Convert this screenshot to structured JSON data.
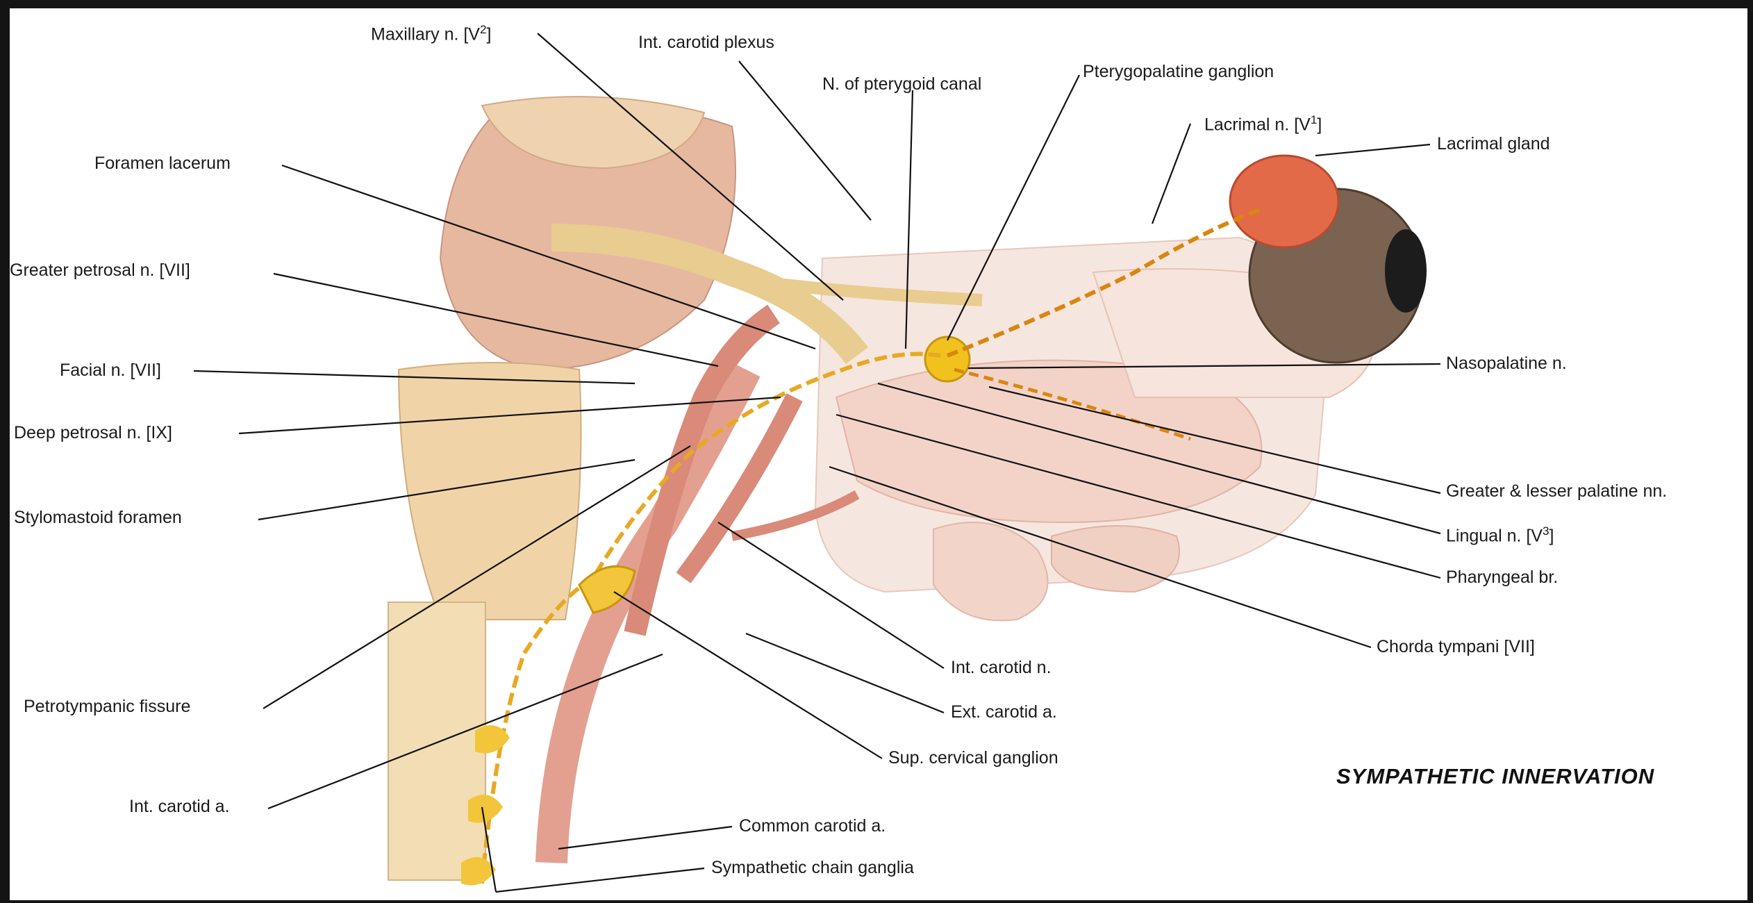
{
  "diagram": {
    "title": "SYMPATHETIC INNERVATION",
    "labels": {
      "maxillary_n": "Maxillary n. [V",
      "maxillary_sup": "2",
      "maxillary_end": "]",
      "int_carotid_plexus": "Int. carotid plexus",
      "pterygopalatine_ganglion": "Pterygopalatine ganglion",
      "n_pterygoid_canal": "N. of pterygoid canal",
      "lacrimal_n": "Lacrimal n. [V",
      "lacrimal_sup": "1",
      "lacrimal_end": "]",
      "lacrimal_gland": "Lacrimal gland",
      "foramen_lacerum": "Foramen lacerum",
      "greater_petrosal_n": "Greater petrosal n. [VII]",
      "facial_n": "Facial n. [VII]",
      "deep_petrosal_n": "Deep petrosal n. [IX]",
      "stylomastoid_foramen": "Stylomastoid foramen",
      "petrotympanic_fissure": "Petrotympanic fissure",
      "int_carotid_a": "Int. carotid a.",
      "nasopalatine_n": "Nasopalatine n.",
      "greater_lesser_palatine": "Greater & lesser palatine nn.",
      "lingual_n": "Lingual n. [V",
      "lingual_sup": "3",
      "lingual_end": "]",
      "pharyngeal_br": "Pharyngeal br.",
      "chorda_tympani": "Chorda tympani [VII]",
      "int_carotid_n": "Int. carotid n.",
      "ext_carotid_a": "Ext. carotid a.",
      "sup_cervical_ganglion": "Sup. cervical ganglion",
      "common_carotid_a": "Common carotid a.",
      "sympathetic_chain_ganglia": "Sympathetic chain ganglia"
    },
    "colors": {
      "nerve": "#e8a822",
      "sympathetic": "#d9860f",
      "muscle": "#e3b49a",
      "bone": "#f0d8a8",
      "artery": "#d98a78",
      "gland": "#e36a48",
      "eye": "#6e5a48"
    }
  }
}
